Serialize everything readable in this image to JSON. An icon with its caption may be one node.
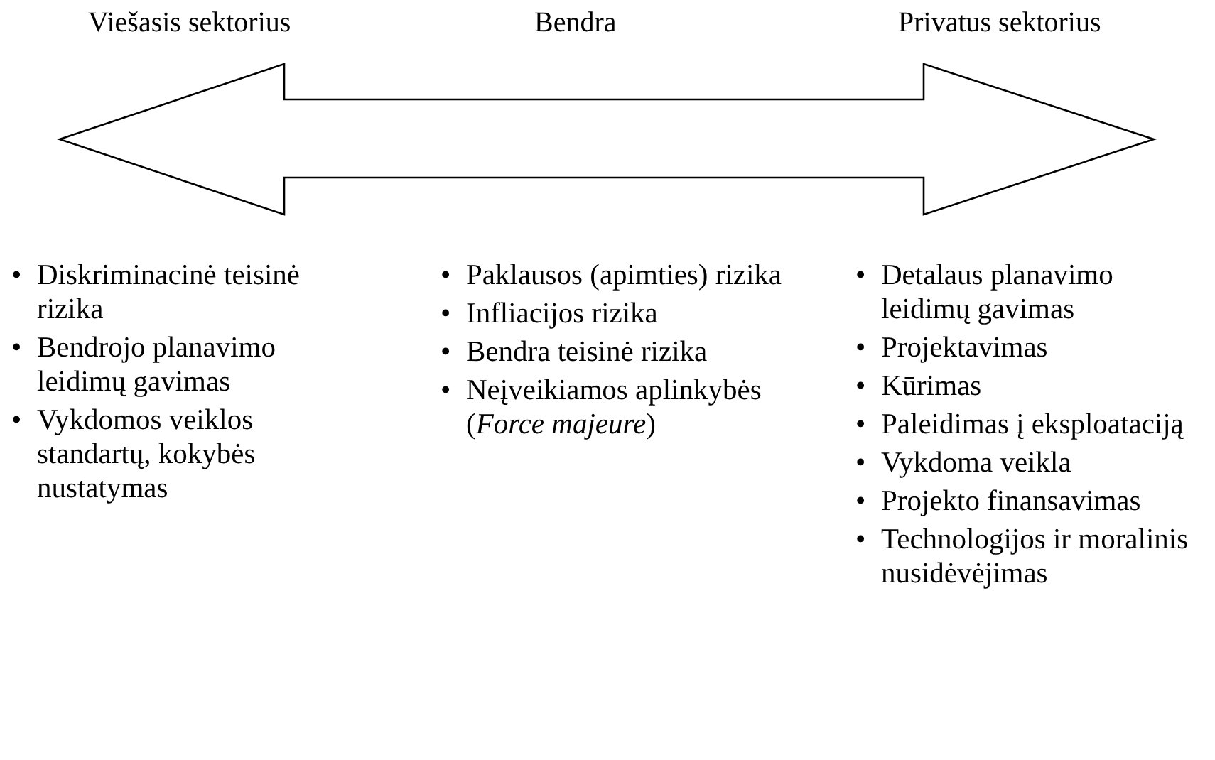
{
  "diagram": {
    "labels": [
      "Viešasis sektorius",
      "Bendra",
      "Privatus sektorius",
      "•",
      "Diskriminacinė teisinė rizika",
      "•",
      "Bendrojo planavimo leidimų gavimas",
      "•",
      "Vykdomos veiklos standartų, kokybės nustatymas",
      "•",
      "Paklausos (apimties) rizika",
      "•",
      "Infliacijos rizika",
      "•",
      "Bendra teisinė rizika",
      "•",
      "Neįveikiamos aplinkybės (*Force majeure*)",
      "•",
      "Detalaus planavimo leidimų gavimas",
      "•",
      "Projektavimas",
      "•",
      "Kūrimas",
      "•",
      "Paleidimas į eksploataciją",
      "•",
      "Vykdoma veikla",
      "•",
      "Projekto finansavimas",
      "•",
      "Technologijos ir moralinis nusidėvėjimas"
    ]
  }
}
